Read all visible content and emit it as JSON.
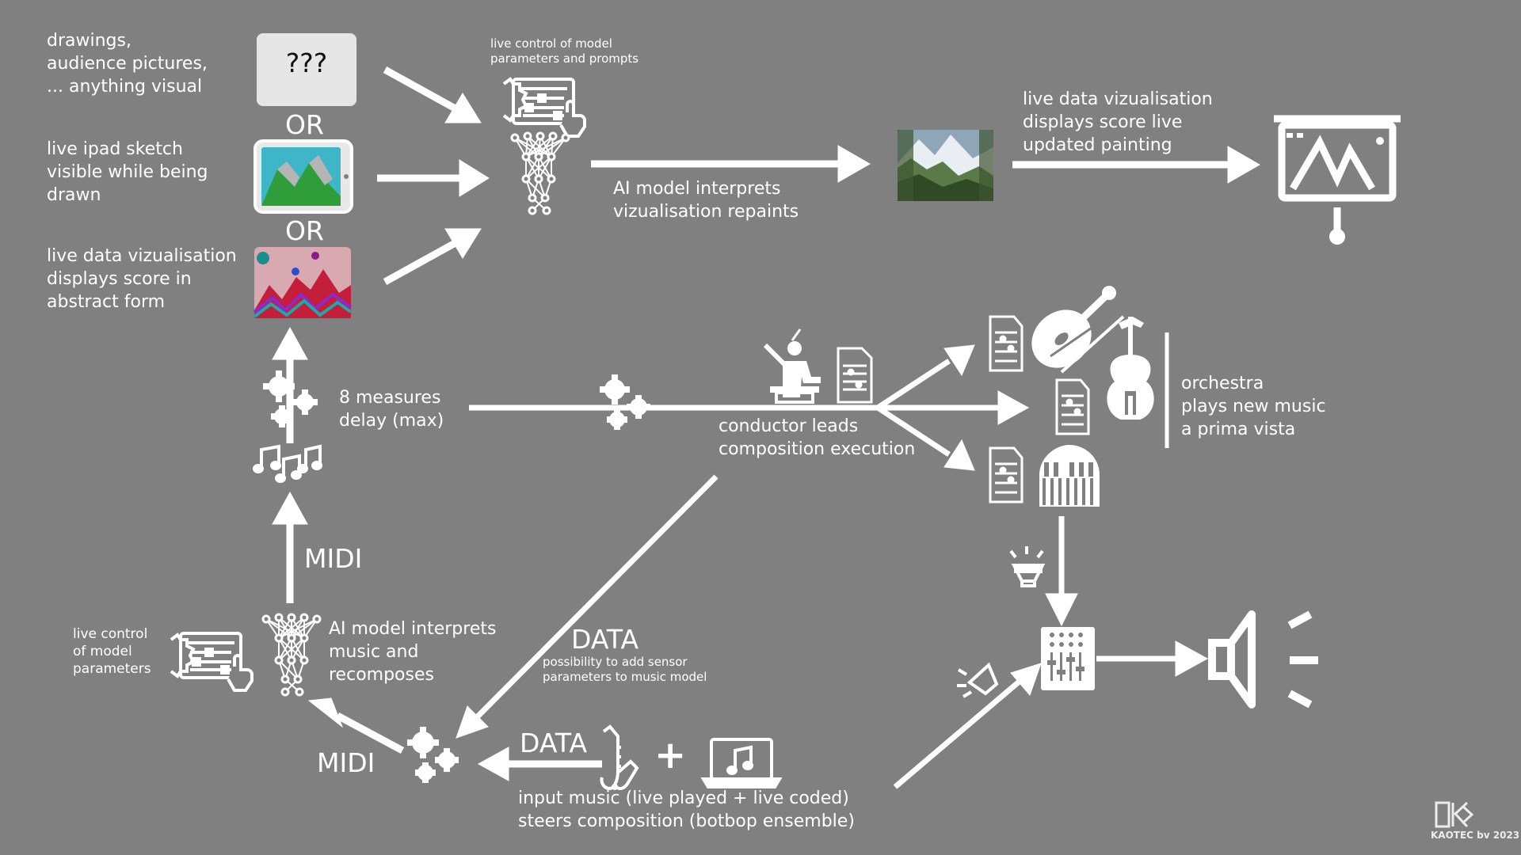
{
  "inputs": {
    "drawings": "drawings,\naudience pictures,\n... anything visual",
    "placeholder_symbol": "???",
    "or_1": "OR",
    "ipad": "live ipad sketch\nvisible while being\ndrawn",
    "or_2": "OR",
    "abstract": "live data vizualisation\ndisplays score in\nabstract form"
  },
  "model_top": {
    "control": "live control of model\nparameters and prompts",
    "interprets": "AI model interprets\nvizualisation repaints"
  },
  "output_top": {
    "live_viz": "live data vizualisation\ndisplays score live\nupdated painting"
  },
  "middle": {
    "delay": "8 measures\ndelay (max)",
    "conductor": "conductor leads\ncomposition execution",
    "orchestra": "orchestra\nplays new music\na prima vista"
  },
  "lower": {
    "midi_up": "MIDI",
    "control": "live control\nof model\nparameters",
    "recomposes": "AI model interprets\nmusic and\nrecomposes",
    "data_diag": "DATA",
    "sensor_note": "possibility to add sensor\nparameters to music model",
    "midi_low": "MIDI",
    "data_low": "DATA",
    "plus": "+",
    "input_music": "input music (live played + live coded)\nsteers composition (botbop ensemble)"
  },
  "logo": {
    "text": "KAOTEC bv 2023"
  },
  "icons": {
    "control-panel": "sliders-hand-icon",
    "neural-net": "neural-network-icon",
    "gears": "gears-icon",
    "notes": "music-notes-icon",
    "conductor": "conductor-icon",
    "score": "sheet-music-icon",
    "violin": "violin-icon",
    "cello": "cello-icon",
    "piano": "piano-icon",
    "mixer": "mixer-icon",
    "speaker": "speaker-icon",
    "saxophone": "saxophone-icon",
    "laptop": "laptop-music-icon",
    "spotlight": "spotlight-icon",
    "projector": "projector-screen-icon"
  },
  "colors": {
    "background": "#808080",
    "foreground": "#ffffff",
    "placeholder_box": "#e6e6e6"
  }
}
